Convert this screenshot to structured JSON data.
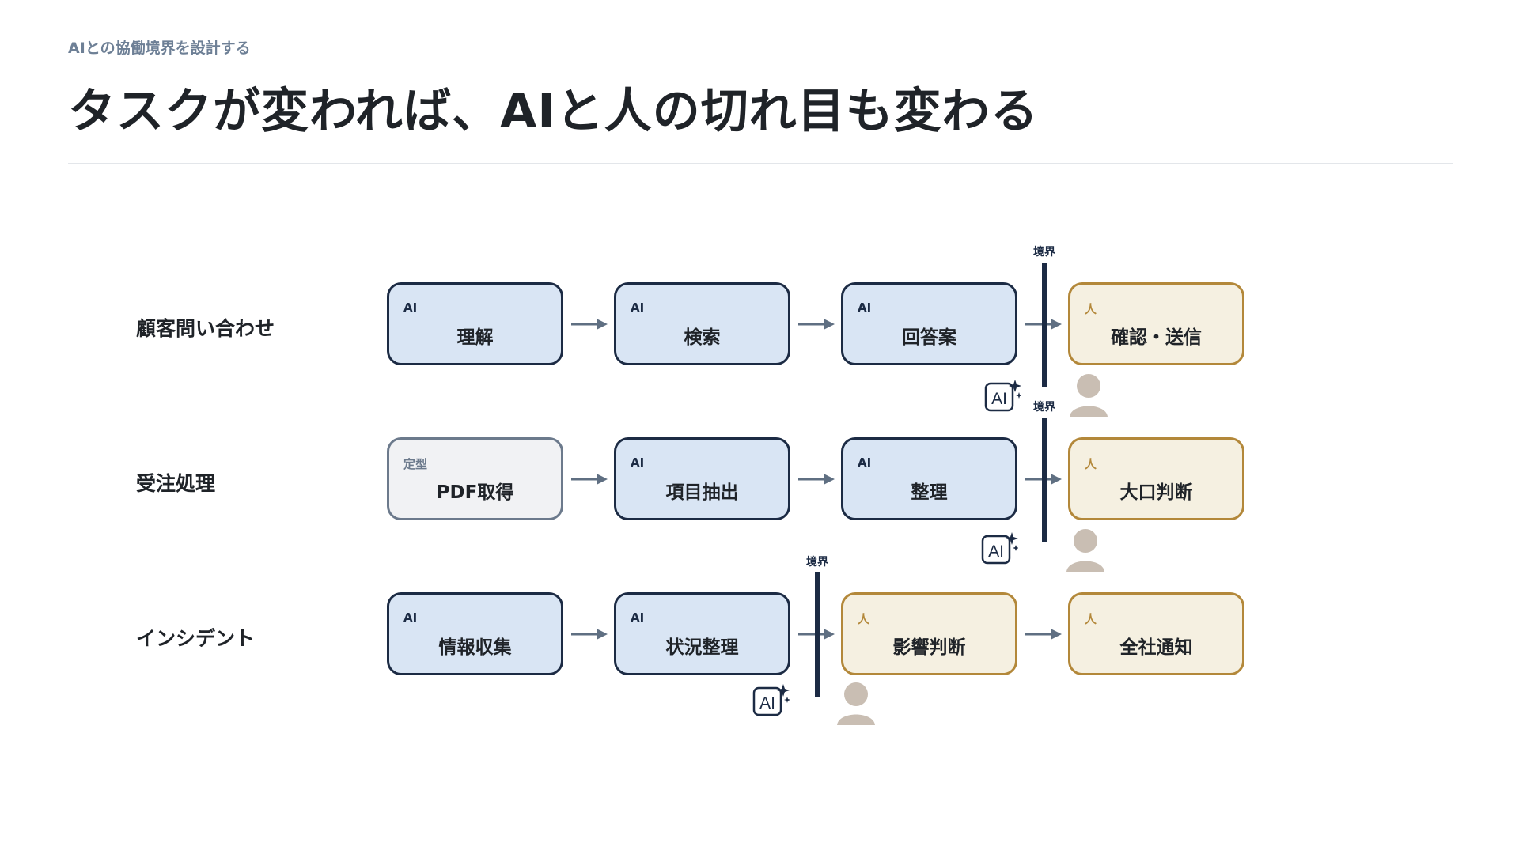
{
  "header": {
    "eyebrow": "AIとの協働境界を設計する",
    "title": "タスクが変われば、AIと人の切れ目も変わる"
  },
  "colors": {
    "ai_fill": "#d9e5f4",
    "ai_border": "#1c2b44",
    "human_fill": "#f5f0e1",
    "human_border": "#b3883a",
    "fixed_fill": "#f1f2f4",
    "fixed_border": "#6c7a8c",
    "arrow": "#5f6f82",
    "boundary": "#1c2b44",
    "avatar": "#c9beb3"
  },
  "boundary_label": "境界",
  "icons": {
    "ai": "ai-sparkle-icon",
    "human": "person-icon"
  },
  "rows": [
    {
      "label": "顧客問い合わせ",
      "steps": [
        {
          "tag": "AI",
          "name": "理解",
          "kind": "ai"
        },
        {
          "tag": "AI",
          "name": "検索",
          "kind": "ai"
        },
        {
          "tag": "AI",
          "name": "回答案",
          "kind": "ai"
        },
        {
          "tag": "人",
          "name": "確認・送信",
          "kind": "human"
        }
      ]
    },
    {
      "label": "受注処理",
      "steps": [
        {
          "tag": "定型",
          "name": "PDF取得",
          "kind": "fixed"
        },
        {
          "tag": "AI",
          "name": "項目抽出",
          "kind": "ai"
        },
        {
          "tag": "AI",
          "name": "整理",
          "kind": "ai"
        },
        {
          "tag": "人",
          "name": "大口判断",
          "kind": "human"
        }
      ]
    },
    {
      "label": "インシデント",
      "steps": [
        {
          "tag": "AI",
          "name": "情報収集",
          "kind": "ai"
        },
        {
          "tag": "AI",
          "name": "状況整理",
          "kind": "ai"
        },
        {
          "tag": "人",
          "name": "影響判断",
          "kind": "human"
        },
        {
          "tag": "人",
          "name": "全社通知",
          "kind": "human"
        }
      ]
    }
  ]
}
